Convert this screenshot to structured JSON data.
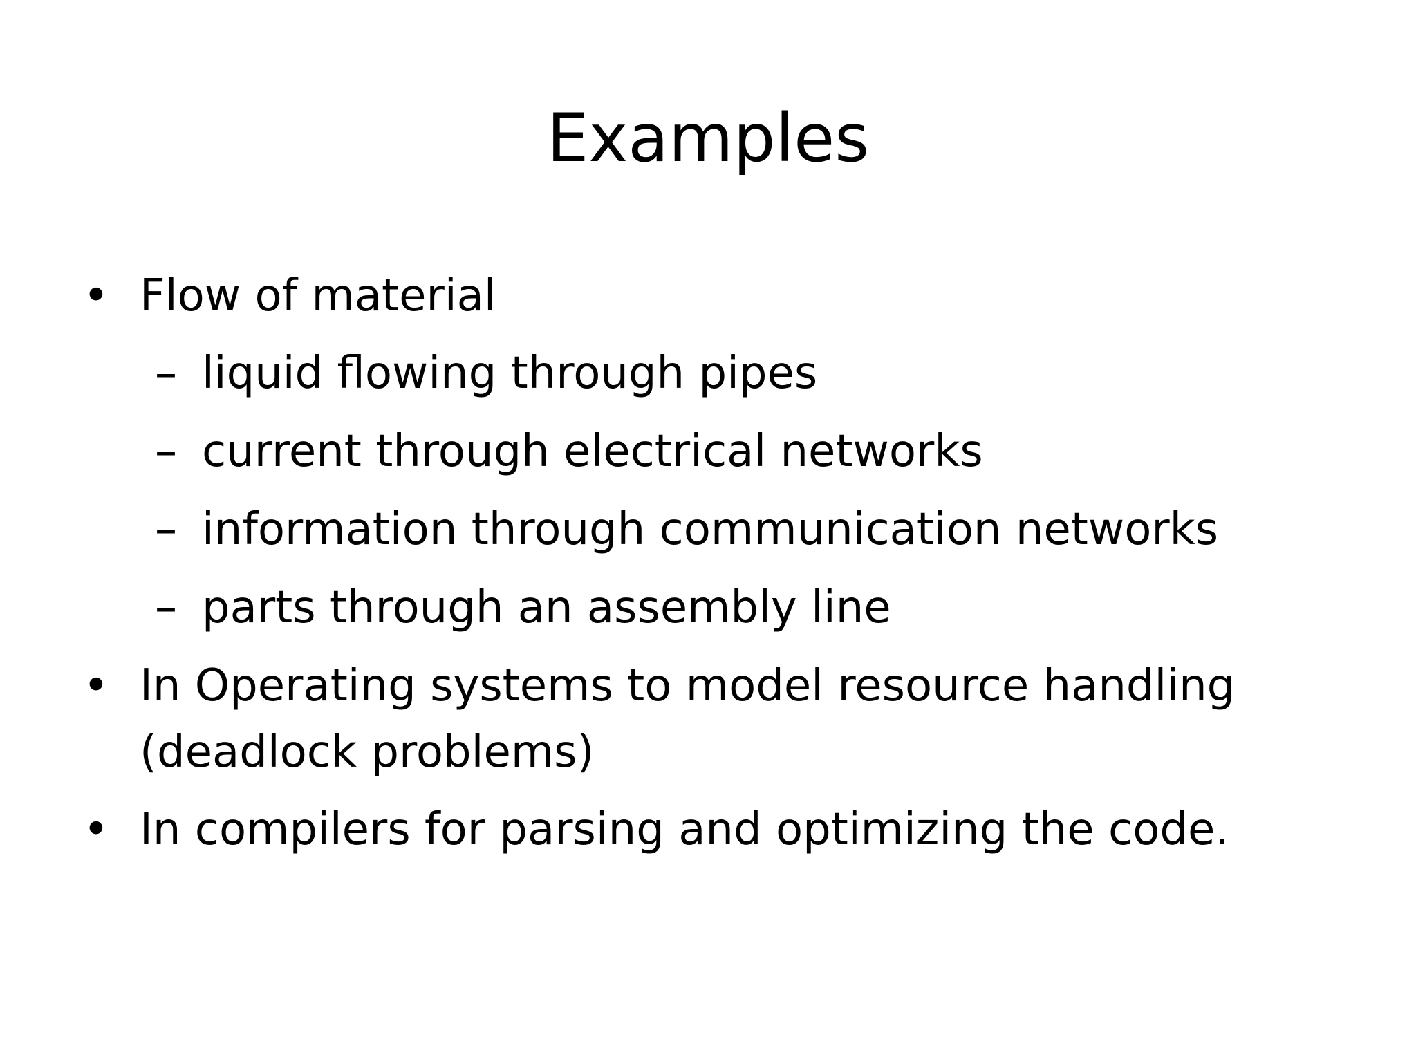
{
  "slide": {
    "title": "Examples",
    "bullets": [
      {
        "marker": "•",
        "text": "Flow of material",
        "sub": [
          {
            "marker": "–",
            "text": "liquid flowing through pipes"
          },
          {
            "marker": "–",
            "text": "current through electrical networks"
          },
          {
            "marker": "–",
            "text": "information through communication networks"
          },
          {
            "marker": "–",
            "text": "parts through an assembly line"
          }
        ]
      },
      {
        "marker": "•",
        "text_line1": "In Operating systems to model resource handling",
        "text_line2": "(deadlock problems)"
      },
      {
        "marker": "•",
        "text": "In compilers for parsing and optimizing the code."
      }
    ]
  }
}
